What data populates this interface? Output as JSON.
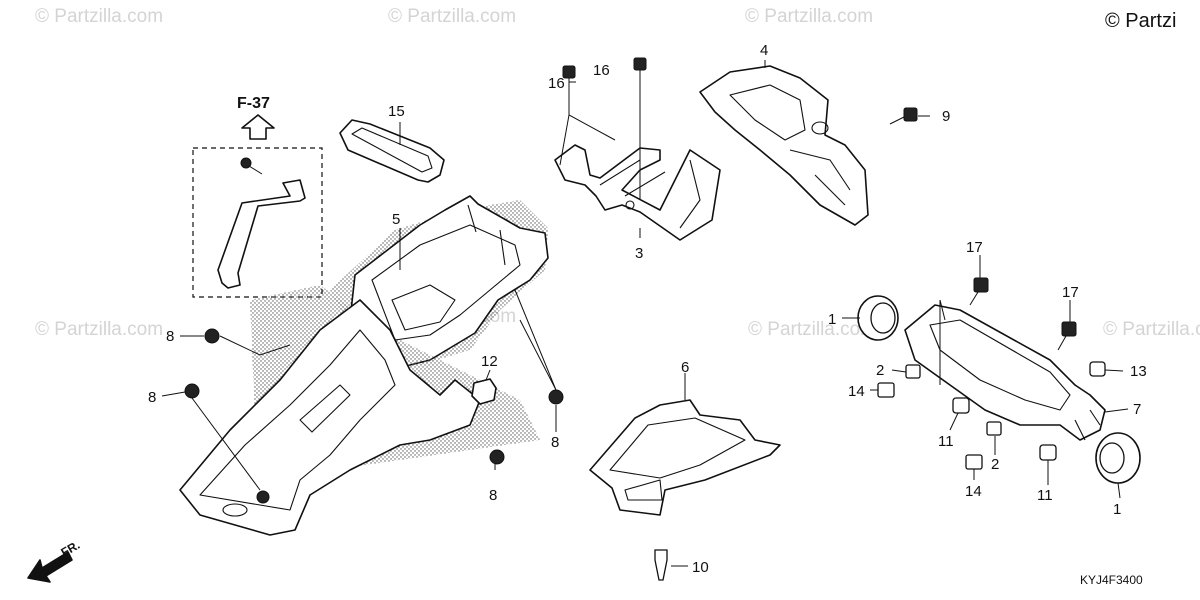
{
  "watermark": "© Partzilla.com",
  "copyright": "© Partzi",
  "reference": "F-37",
  "direction_label": "FR.",
  "diagram_code": "KYJ4F3400",
  "callouts": {
    "c1a": "1",
    "c1b": "1",
    "c2a": "2",
    "c2b": "2",
    "c3": "3",
    "c4": "4",
    "c5": "5",
    "c6": "6",
    "c7": "7",
    "c8a": "8",
    "c8b": "8",
    "c8c": "8",
    "c8d": "8",
    "c9": "9",
    "c10": "10",
    "c11a": "11",
    "c11b": "11",
    "c12": "12",
    "c13": "13",
    "c14a": "14",
    "c14b": "14",
    "c15": "15",
    "c16a": "16",
    "c16b": "16",
    "c17a": "17",
    "c17b": "17"
  }
}
